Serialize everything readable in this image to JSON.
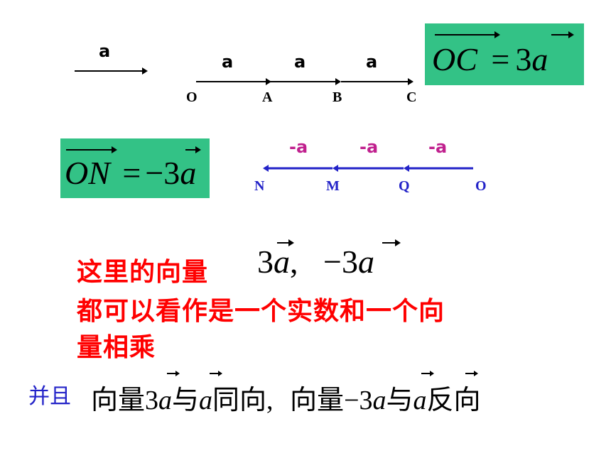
{
  "vector_label": "a",
  "points_row1": [
    "O",
    "A",
    "B",
    "C"
  ],
  "labels_row1": [
    "a",
    "a",
    "a"
  ],
  "points_row2": [
    "N",
    "M",
    "Q",
    "O"
  ],
  "labels_row2": [
    "-a",
    "-a",
    "-a"
  ],
  "eq_oc": {
    "lhs": "OC",
    "op": "=",
    "coef": "3",
    "var": "a"
  },
  "eq_on": {
    "lhs": "ON",
    "op": "=",
    "coef": "−3",
    "var": "a"
  },
  "statement": {
    "line1_text": "这里的向量",
    "line1_math": [
      "3",
      "a",
      ",",
      "−3",
      "a"
    ],
    "line2": "都可以看作是一个实数和一个向",
    "line3": "量相乘"
  },
  "conclusion": {
    "label": "并且",
    "part1": "向量",
    "coef1": "3",
    "var": "a",
    "with": "与",
    "same_dir": "同向,",
    "part2": "向量",
    "coef2": "−3",
    "opp_dir": "反向"
  },
  "colors": {
    "box": "#33c286",
    "red_text": "#ff0000",
    "blue": "#2323c8",
    "neg_label": "#c0208e"
  }
}
